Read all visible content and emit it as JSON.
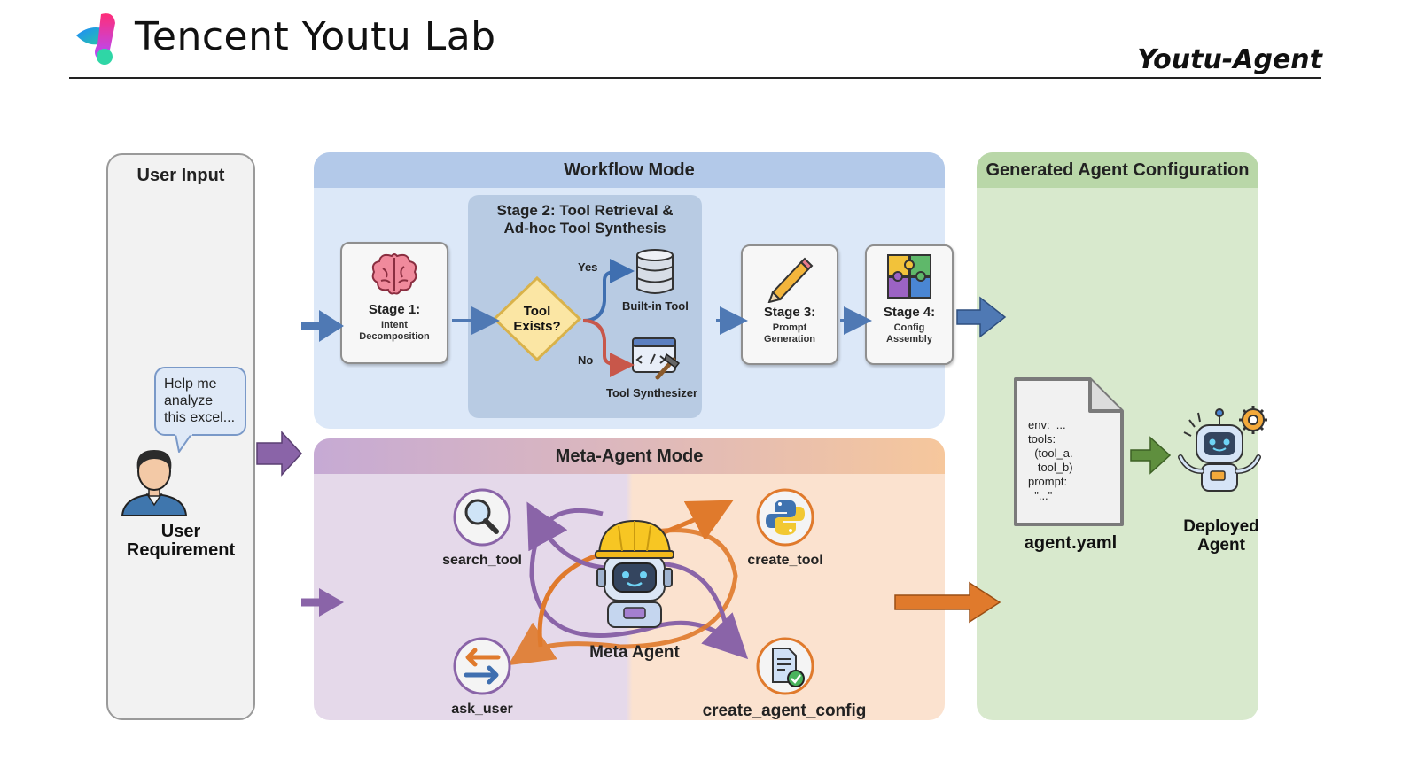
{
  "header": {
    "brand": "Tencent Youtu Lab",
    "product": "Youtu-Agent"
  },
  "user_input": {
    "title": "User Input",
    "speech": "Help me analyze this excel...",
    "label_line1": "User",
    "label_line2": "Requirement"
  },
  "workflow": {
    "title": "Workflow Mode",
    "stage1": {
      "title": "Stage 1:",
      "sub_line1": "Intent",
      "sub_line2": "Decomposition"
    },
    "stage2": {
      "title_line1": "Stage 2: Tool Retrieval &",
      "title_line2": "Ad-hoc Tool Synthesis",
      "decision_line1": "Tool",
      "decision_line2": "Exists?",
      "yes": "Yes",
      "no": "No",
      "builtin": "Built-in Tool",
      "synth": "Tool Synthesizer"
    },
    "stage3": {
      "title": "Stage 3:",
      "sub_line1": "Prompt",
      "sub_line2": "Generation"
    },
    "stage4": {
      "title": "Stage 4:",
      "sub_line1": "Config",
      "sub_line2": "Assembly"
    }
  },
  "meta": {
    "title": "Meta-Agent Mode",
    "center": "Meta Agent",
    "tools": {
      "search": "search_tool",
      "create": "create_tool",
      "ask": "ask_user",
      "config": "create_agent_config"
    }
  },
  "generated": {
    "title": "Generated Agent Configuration",
    "doc_lines": "env:  ...\ntools:\n  (tool_a.\n   tool_b)\nprompt:\n  \"...\"",
    "doc_name": "agent.yaml",
    "deployed_line1": "Deployed",
    "deployed_line2": "Agent"
  },
  "colors": {
    "flow_blue": "#4f79b4",
    "flow_purple": "#8a64a8",
    "flow_orange": "#e07a2c",
    "flow_green": "#5f8f3e",
    "decision_yes": "#3f6fb0",
    "decision_no": "#c8574a"
  },
  "icons": [
    "brain-icon",
    "database-icon",
    "code-hammer-icon",
    "pencil-icon",
    "puzzle-icon",
    "search-icon",
    "python-icon",
    "swap-arrows-icon",
    "document-check-icon",
    "robot-icon"
  ]
}
